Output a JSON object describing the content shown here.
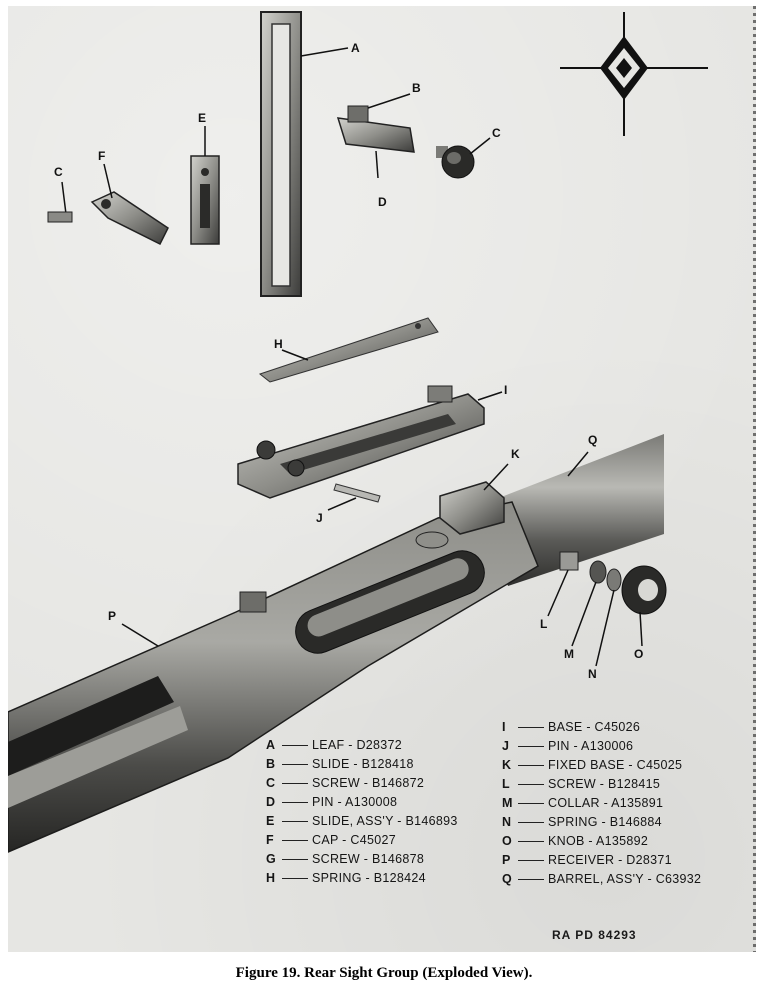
{
  "callouts": {
    "A": "A",
    "B": "B",
    "C": "C",
    "C2": "C",
    "D": "D",
    "E": "E",
    "F": "F",
    "H": "H",
    "I": "I",
    "J": "J",
    "K": "K",
    "Q": "Q",
    "P": "P",
    "L": "L",
    "M": "M",
    "N": "N",
    "O": "O"
  },
  "legend_left": [
    {
      "key": "A",
      "text": "LEAF - D28372"
    },
    {
      "key": "B",
      "text": "SLIDE - B128418"
    },
    {
      "key": "C",
      "text": "SCREW - B146872"
    },
    {
      "key": "D",
      "text": "PIN - A130008"
    },
    {
      "key": "E",
      "text": "SLIDE, ASS'Y - B146893"
    },
    {
      "key": "F",
      "text": "CAP - C45027"
    },
    {
      "key": "G",
      "text": "SCREW - B146878"
    },
    {
      "key": "H",
      "text": "SPRING - B128424"
    }
  ],
  "legend_right": [
    {
      "key": "I",
      "text": "BASE - C45026"
    },
    {
      "key": "J",
      "text": "PIN - A130006"
    },
    {
      "key": "K",
      "text": "FIXED BASE - C45025"
    },
    {
      "key": "L",
      "text": "SCREW - B128415"
    },
    {
      "key": "M",
      "text": "COLLAR - A135891"
    },
    {
      "key": "N",
      "text": "SPRING - B146884"
    },
    {
      "key": "O",
      "text": "KNOB - A135892"
    },
    {
      "key": "P",
      "text": "RECEIVER - D28371"
    },
    {
      "key": "Q",
      "text": "BARREL, ASS'Y - C63932"
    }
  ],
  "stamp": "RA PD 84293",
  "caption": "Figure 19.  Rear Sight Group (Exploded View)."
}
